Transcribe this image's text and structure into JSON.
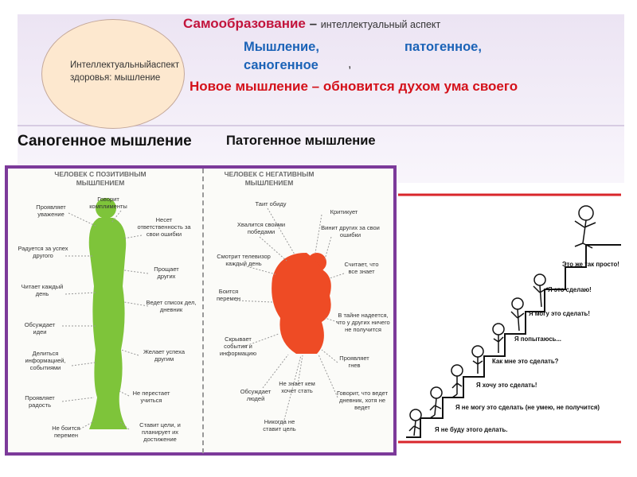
{
  "oval": {
    "text": "Интеллектуальныйаспект здоровья: мышление"
  },
  "heading": {
    "title": "Самообразование",
    "dash": " – ",
    "subtitle": "интеллектуальный аспект",
    "thinking": "Мышление,",
    "pathogenic": "патогенное,",
    "sanogenic": "саногенное",
    "comma": ",",
    "new_thinking": "Новое мышление – обновится духом ума своего"
  },
  "labels": {
    "sanogenic_title": "Саногенное мышление",
    "pathogenic_title": "Патогенное мышление"
  },
  "positive": {
    "header": "ЧЕЛОВЕК С ПОЗИТИВНЫМ МЫШЛЕНИЕМ",
    "color": "#7ec43a",
    "items": [
      "Проявляет уважение",
      "Говорит комплименты",
      "Несет ответственность за свои ошибки",
      "Радуется за успех другого",
      "Прощает других",
      "Читает каждый день",
      "Ведет список дел, дневник",
      "Обсуждает идеи",
      "Желает успеха другим",
      "Делиться информацией, событиями",
      "Проявляет радость",
      "Не перестает учиться",
      "Не боится перемен",
      "Ставит цели, и планирует их достижение"
    ]
  },
  "negative": {
    "header": "ЧЕЛОВЕК С НЕГАТИВНЫМ МЫШЛЕНИЕМ",
    "color": "#ee4b25",
    "items": [
      "Таит обиду",
      "Критикует",
      "Хвалится своими победами",
      "Винит других за свои ошибки",
      "Смотрит телевизор каждый день",
      "Считает, что все знает",
      "Боится перемен",
      "В тайне надеется, что у других ничего не получится",
      "Скрывает события и информацию",
      "Проявляет гнев",
      "Обсуждает людей",
      "Не знает кем хочет стать",
      "Говорит, что ведет дневник, хотя не ведет",
      "Никогда не ставит цель"
    ]
  },
  "stairs": {
    "accent_color": "#d9262b",
    "steps": [
      "Я не буду этого делать.",
      "Я не могу это сделать (не умею, не получится)",
      "Я хочу это сделать!",
      "Как мне это сделать?",
      "Я попытаюсь...",
      "Я могу это сделать!",
      "Я это сделаю!",
      "Это же так просто!"
    ]
  }
}
